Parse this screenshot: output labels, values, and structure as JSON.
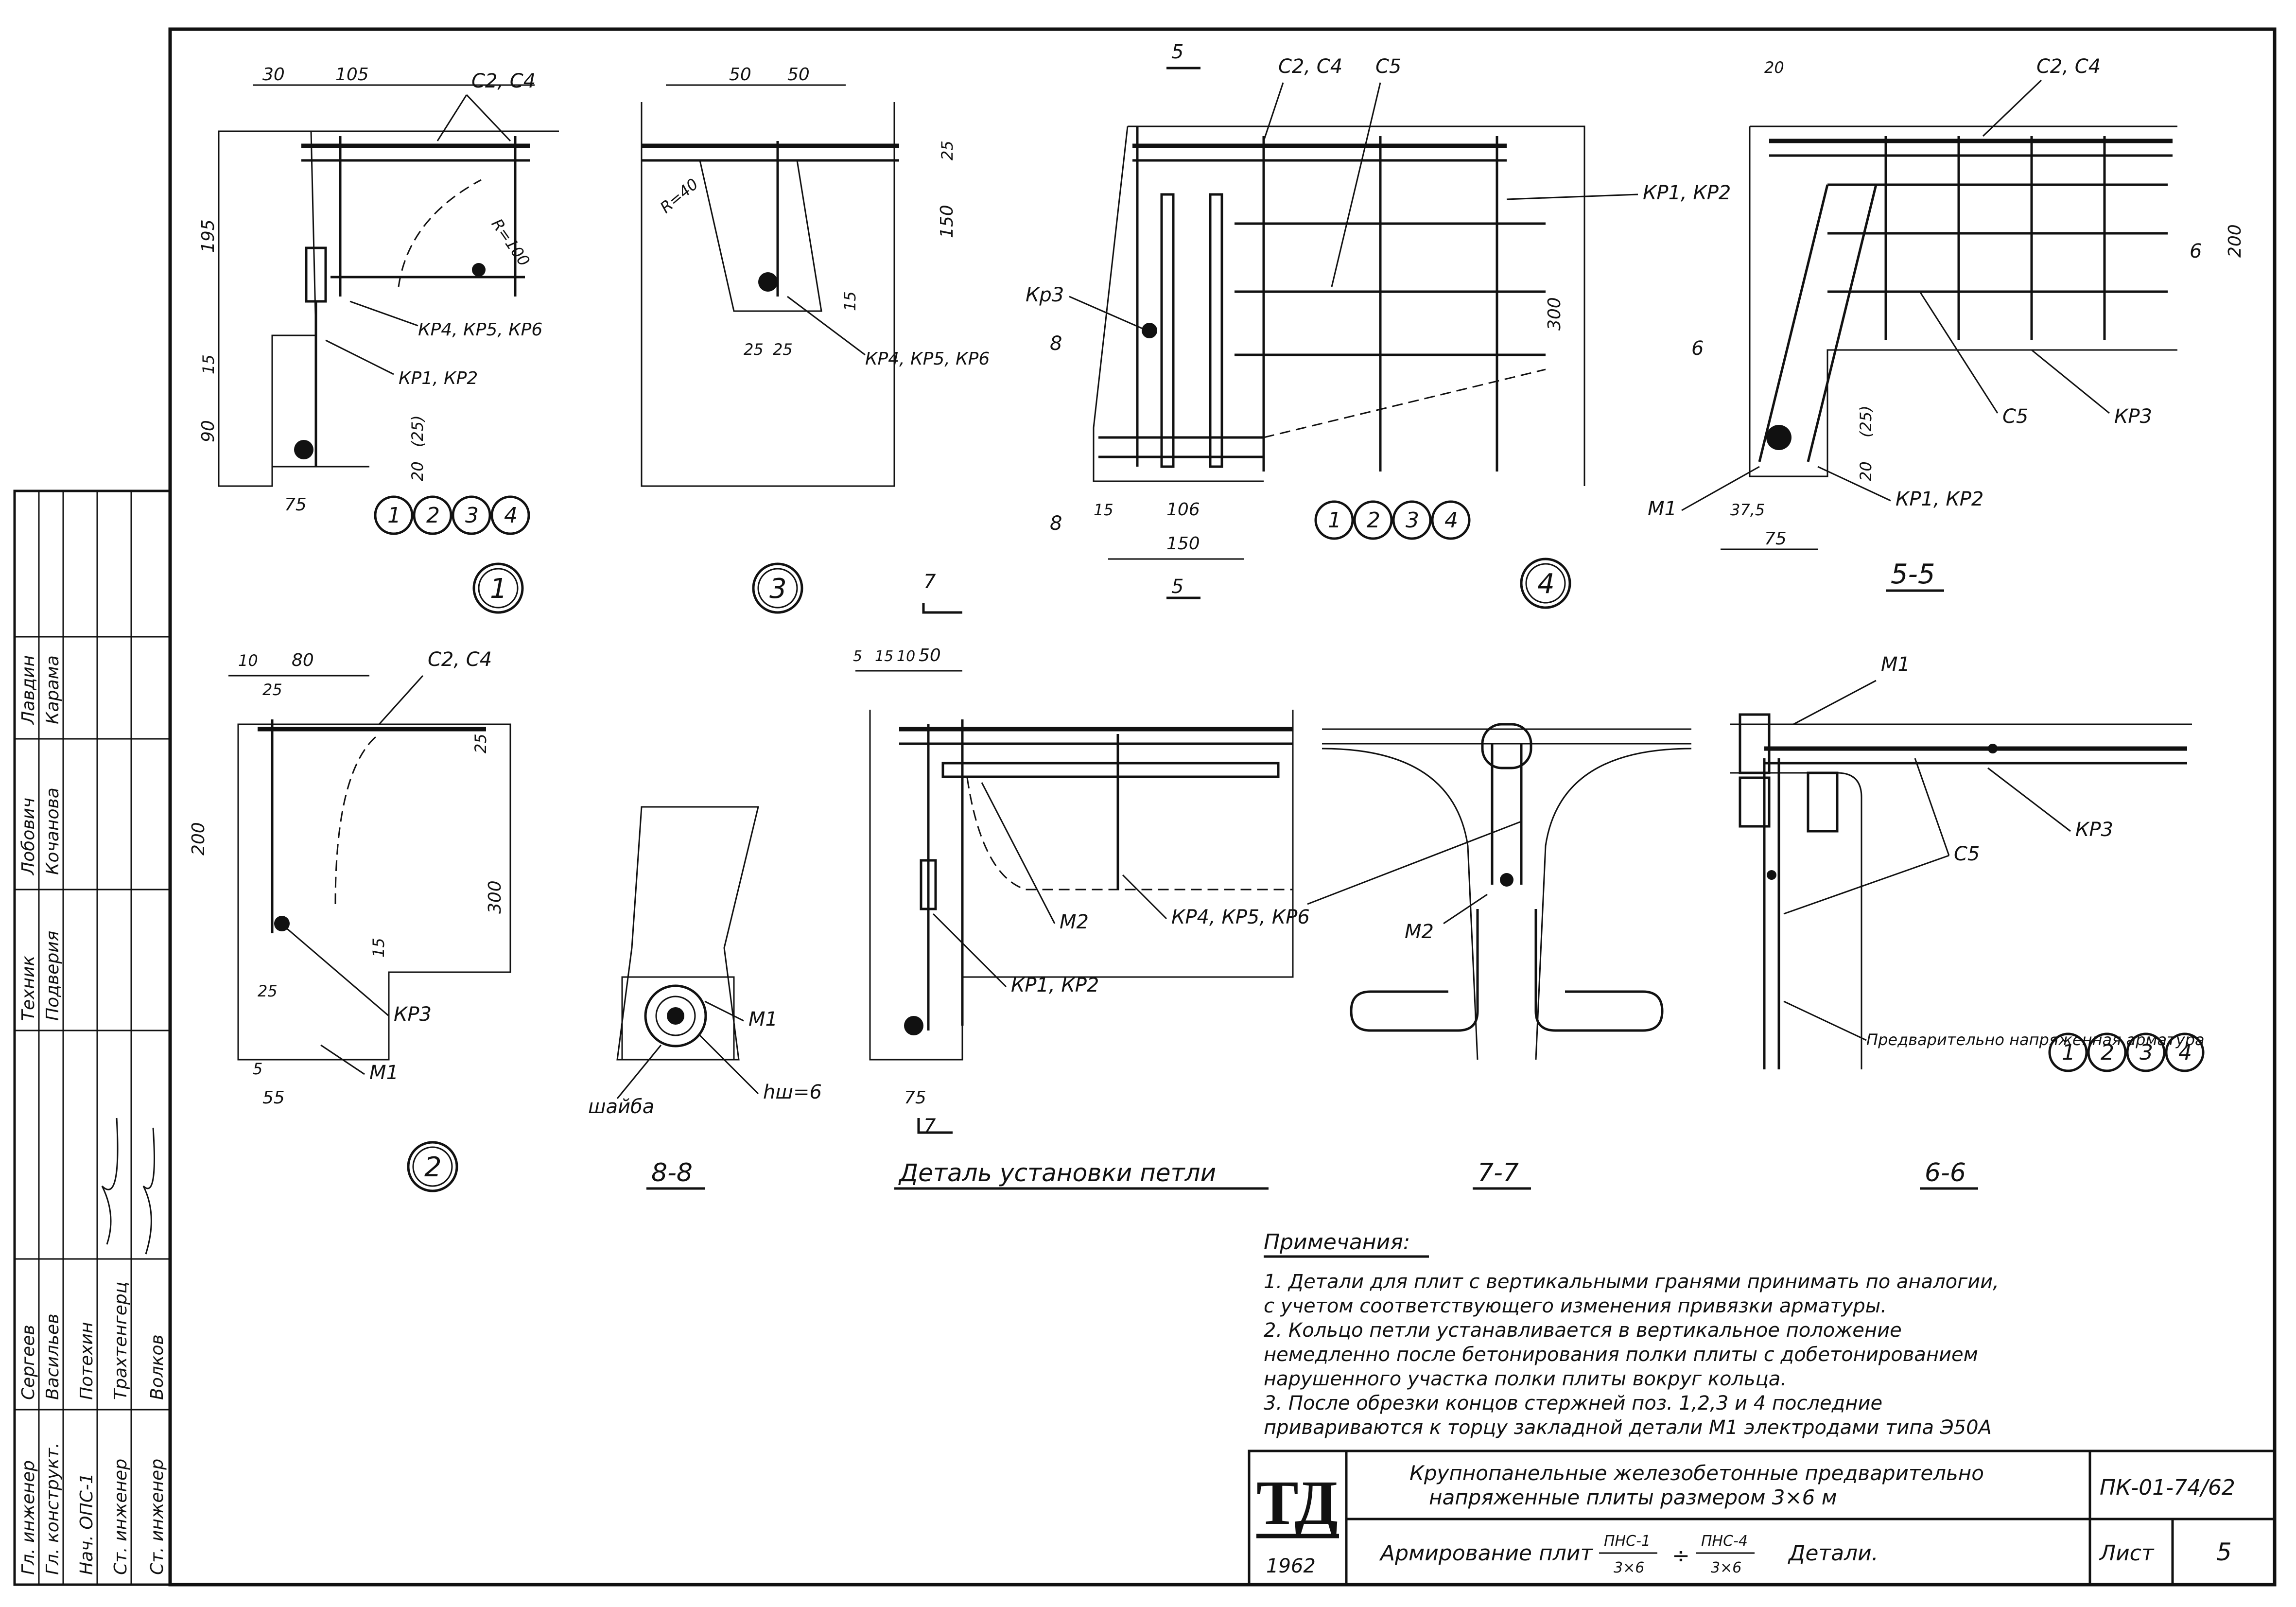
{
  "sheet": {
    "title_line1": "Крупнопанельные железобетонные предварительно",
    "title_line2": "напряженные плиты размером 3×6 м",
    "subtitle_prefix": "Армирование плит",
    "frac1_top": "ПНС-1",
    "frac1_bottom": "3×6",
    "frac_sep": "÷",
    "frac2_top": "ПНС-4",
    "frac2_bottom": "3×6",
    "subtitle_suffix": "Детали.",
    "doc_code": "ПК-01-74/62",
    "sheet_label": "Лист",
    "sheet_number": "5",
    "logo": "ТД",
    "year": "1962"
  },
  "stamp": {
    "roles": [
      "Гл. инженер",
      "Гл. конструкт.",
      "Нач. ОПС-1",
      "Ст. инженер",
      "Ст. инженер"
    ],
    "names": [
      "Сергеев",
      "Васильев",
      "Потехин",
      "Трахтенгерц",
      "Волков"
    ],
    "roles2": [
      "Техник"
    ],
    "names2": [
      "Подверия",
      "Лобович",
      "Лавдин"
    ],
    "names3": [
      "Кочанова",
      "Карама"
    ]
  },
  "notes": {
    "heading": "Примечания:",
    "lines": [
      "1. Детали для плит с вертикальными гранями принимать по аналогии,",
      "с учетом соответствующего изменения привязки арматуры.",
      "2. Кольцо петли устанавливается в вертикальное положение",
      "немедленно после бетонирования полки плиты с добетонированием",
      "нарушенного участка полки плиты вокруг кольца.",
      "3. После обрезки концов стержней поз. 1,2,3 и 4 последние",
      "привариваются к торцу закладной детали М1 электродами типа Э50А"
    ]
  },
  "details": {
    "d1": {
      "label": "1",
      "dims": [
        "30",
        "105",
        "195",
        "15",
        "90",
        "75",
        "20",
        "(25)",
        "R=100"
      ],
      "callouts": [
        "С2, С4",
        "КР4, КР5, КР6",
        "КР1, КР2"
      ],
      "bubbles": [
        "1",
        "2",
        "3",
        "4"
      ]
    },
    "d3": {
      "label": "3",
      "dims": [
        "50",
        "50",
        "25",
        "150",
        "15",
        "25",
        "25",
        "R=40"
      ],
      "callouts": [
        "КР4, КР5, КР6"
      ]
    },
    "d4": {
      "label": "4",
      "dims": [
        "300",
        "15",
        "106",
        "150"
      ],
      "callouts": [
        "С2, С4",
        "С5",
        "КР1, КР2",
        "Кр3"
      ],
      "bubbles": [
        "1",
        "2",
        "3",
        "4"
      ],
      "cuts": [
        "5",
        "5",
        "8",
        "8"
      ]
    },
    "s55": {
      "label": "5-5",
      "dims": [
        "20",
        "200",
        "20",
        "(25)",
        "37,5",
        "75"
      ],
      "callouts": [
        "С2, С4",
        "КР1, КР2",
        "С5",
        "КР3",
        "М1",
        "КР1, КР2"
      ],
      "cuts": [
        "6",
        "6"
      ]
    },
    "d2": {
      "label": "2",
      "dims": [
        "10",
        "80",
        "25",
        "200",
        "300",
        "25",
        "15",
        "25",
        "5",
        "55"
      ],
      "callouts": [
        "С2, С4",
        "КР3",
        "М1"
      ]
    },
    "s88": {
      "label": "8-8",
      "callouts": [
        "шайба",
        "М1",
        "hш=6"
      ]
    },
    "loop": {
      "label": "Деталь установки петли",
      "dims": [
        "5",
        "15",
        "10",
        "50",
        "75"
      ],
      "callouts": [
        "М2",
        "КР4, КР5, КР6",
        "КР1, КР2"
      ],
      "cuts": [
        "7",
        "7"
      ]
    },
    "s77": {
      "label": "7-7",
      "callouts": [
        "М2"
      ]
    },
    "s66": {
      "label": "6-6",
      "callouts": [
        "М1",
        "КР3",
        "С5",
        "Предварительно напряженная арматура"
      ],
      "bubbles": [
        "1",
        "2",
        "3",
        "4"
      ]
    }
  }
}
